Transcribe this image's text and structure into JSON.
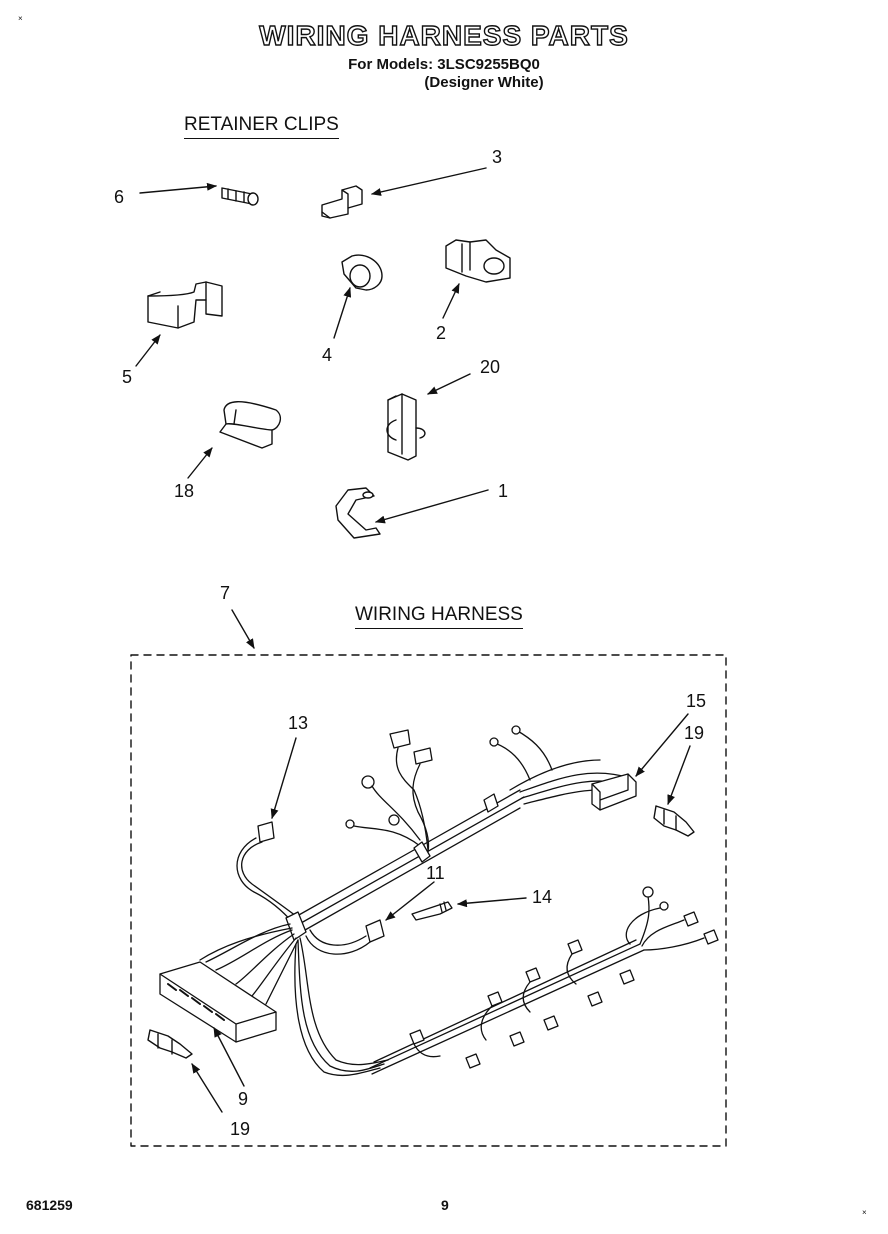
{
  "header": {
    "title": "WIRING HARNESS PARTS",
    "models_line": "For Models: 3LSC9255BQ0",
    "color_line": "(Designer White)"
  },
  "sections": {
    "retainer_clips": "RETAINER CLIPS",
    "wiring_harness": "WIRING HARNESS"
  },
  "callouts": {
    "c1": "1",
    "c2": "2",
    "c3": "3",
    "c4": "4",
    "c5": "5",
    "c6": "6",
    "c7": "7",
    "c9": "9",
    "c11": "11",
    "c13": "13",
    "c14": "14",
    "c15": "15",
    "c18": "18",
    "c19a": "19",
    "c19b": "19",
    "c20": "20"
  },
  "footer": {
    "doc_number": "681259",
    "page_number": "9"
  },
  "colors": {
    "ink": "#111111",
    "paper": "#ffffff"
  }
}
